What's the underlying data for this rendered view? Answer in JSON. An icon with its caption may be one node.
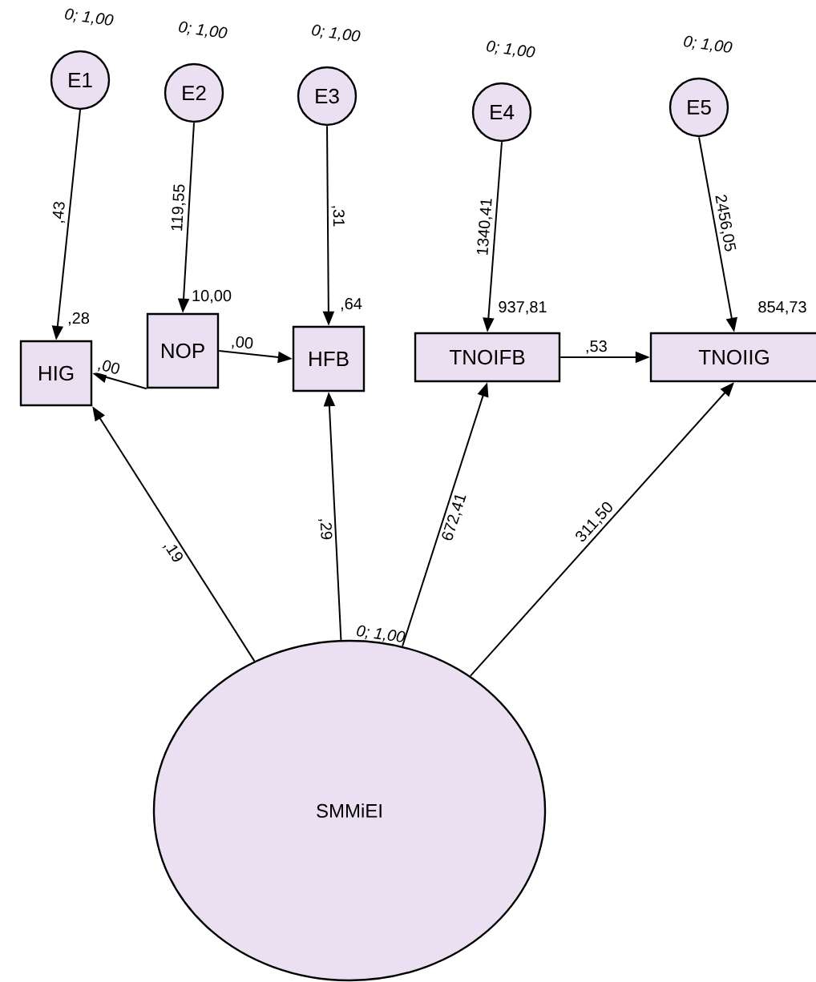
{
  "diagram": {
    "nodes": [
      {
        "text": [
          "E1"
        ],
        "beside": [
          "0; 1,00"
        ]
      },
      {
        "text": [
          "E2"
        ],
        "beside": [
          "0; 1,00"
        ]
      },
      {
        "text": [
          "E3"
        ],
        "beside": [
          "0; 1,00"
        ]
      },
      {
        "text": [
          "E4"
        ],
        "beside": [
          "0; 1,00"
        ]
      },
      {
        "text": [
          "E5"
        ],
        "beside": [
          "0; 1,00"
        ]
      },
      {
        "text": [
          "HIG"
        ],
        "beside": [
          ",28"
        ]
      },
      {
        "text": [
          "NOP"
        ],
        "beside": [
          "10,00"
        ]
      },
      {
        "text": [
          "HFB"
        ],
        "beside": [
          ",64"
        ]
      },
      {
        "text": [
          "TNOIFB"
        ],
        "beside": [
          "937,81"
        ]
      },
      {
        "text": [
          "TNOIIG"
        ],
        "beside": [
          "854,73"
        ]
      },
      {
        "text": [
          "SMMiEI"
        ],
        "beside": [
          "0; 1,00"
        ]
      }
    ],
    "edges": [
      {
        "from": 0,
        "to": 5,
        "arrow": "to",
        "label": ",43"
      },
      {
        "from": 1,
        "to": 6,
        "arrow": "to",
        "label": "119,55"
      },
      {
        "from": 2,
        "to": 7,
        "arrow": "to",
        "label": ",31"
      },
      {
        "from": 3,
        "to": 8,
        "arrow": "to",
        "label": "1340,41"
      },
      {
        "from": 4,
        "to": 9,
        "arrow": "to",
        "label": "2456,05"
      },
      {
        "from": 6,
        "to": 5,
        "arrow": "to",
        "label": ",00"
      },
      {
        "from": 6,
        "to": 7,
        "arrow": "to",
        "label": ",00"
      },
      {
        "from": 8,
        "to": 9,
        "arrow": "to",
        "label": ",53"
      },
      {
        "from": 10,
        "to": 5,
        "arrow": "to",
        "label": ",19"
      },
      {
        "from": 10,
        "to": 7,
        "arrow": "to",
        "label": ",29"
      },
      {
        "from": 10,
        "to": 8,
        "arrow": "to",
        "label": "672,41"
      },
      {
        "from": 10,
        "to": 9,
        "arrow": "to",
        "label": "311,50"
      }
    ]
  }
}
